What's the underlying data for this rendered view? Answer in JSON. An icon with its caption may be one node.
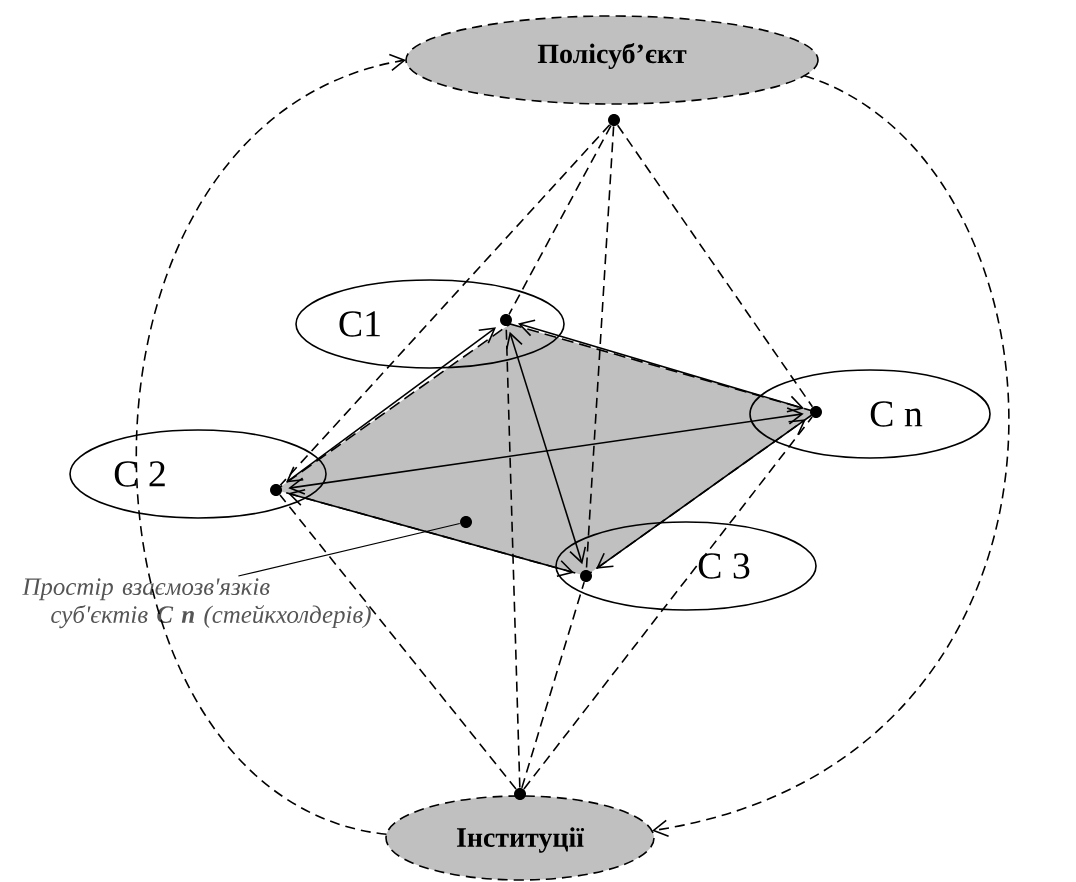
{
  "diagram": {
    "nodes": [
      {
        "text": [
          "Полісуб’єкт"
        ]
      },
      {
        "text": [
          "C1"
        ]
      },
      {
        "text": [
          "C n"
        ]
      },
      {
        "text": [
          "C 2"
        ]
      },
      {
        "text": [
          "C 3"
        ]
      },
      {
        "text": [
          "Інституції"
        ]
      },
      {
        "text": [
          "Простір взаємозв'язків суб'єктів **C n** (стейкхолдерів)"
        ]
      },
      {
        "text": [],
        "shape": "circle"
      },
      {
        "text": [],
        "shape": "circle",
        "in": 1
      },
      {
        "text": [],
        "shape": "circle",
        "in": 2
      },
      {
        "text": [],
        "shape": "circle",
        "in": 3
      },
      {
        "text": [],
        "shape": "circle",
        "in": 4
      },
      {
        "text": [],
        "shape": "circle"
      },
      {
        "text": [],
        "shape": "circle"
      }
    ],
    "edges": [
      {
        "from": 5,
        "to": 0,
        "arrow": "to",
        "style": "dashed"
      },
      {
        "from": 0,
        "to": 5,
        "arrow": "to",
        "style": "dashed"
      },
      {
        "from": 7,
        "to": 8,
        "arrow": "none",
        "style": "dashed"
      },
      {
        "from": 7,
        "to": 9,
        "arrow": "none",
        "style": "dashed"
      },
      {
        "from": 7,
        "to": 10,
        "arrow": "none",
        "style": "dashed"
      },
      {
        "from": 7,
        "to": 11,
        "arrow": "none",
        "style": "dashed"
      },
      {
        "from": 12,
        "to": 8,
        "arrow": "none",
        "style": "dashed"
      },
      {
        "from": 12,
        "to": 9,
        "arrow": "none",
        "style": "dashed"
      },
      {
        "from": 12,
        "to": 10,
        "arrow": "none",
        "style": "dashed"
      },
      {
        "from": 12,
        "to": 11,
        "arrow": "none",
        "style": "dashed"
      },
      {
        "from": 8,
        "to": 9,
        "arrow": "both"
      },
      {
        "from": 8,
        "to": 10,
        "arrow": "both"
      },
      {
        "from": 10,
        "to": 9,
        "arrow": "both"
      },
      {
        "from": 10,
        "to": 11,
        "arrow": "both"
      },
      {
        "from": 11,
        "to": 9,
        "arrow": "both"
      },
      {
        "from": 8,
        "to": 11,
        "arrow": "both"
      },
      {
        "from": 6,
        "to": 13,
        "arrow": "none"
      }
    ]
  }
}
